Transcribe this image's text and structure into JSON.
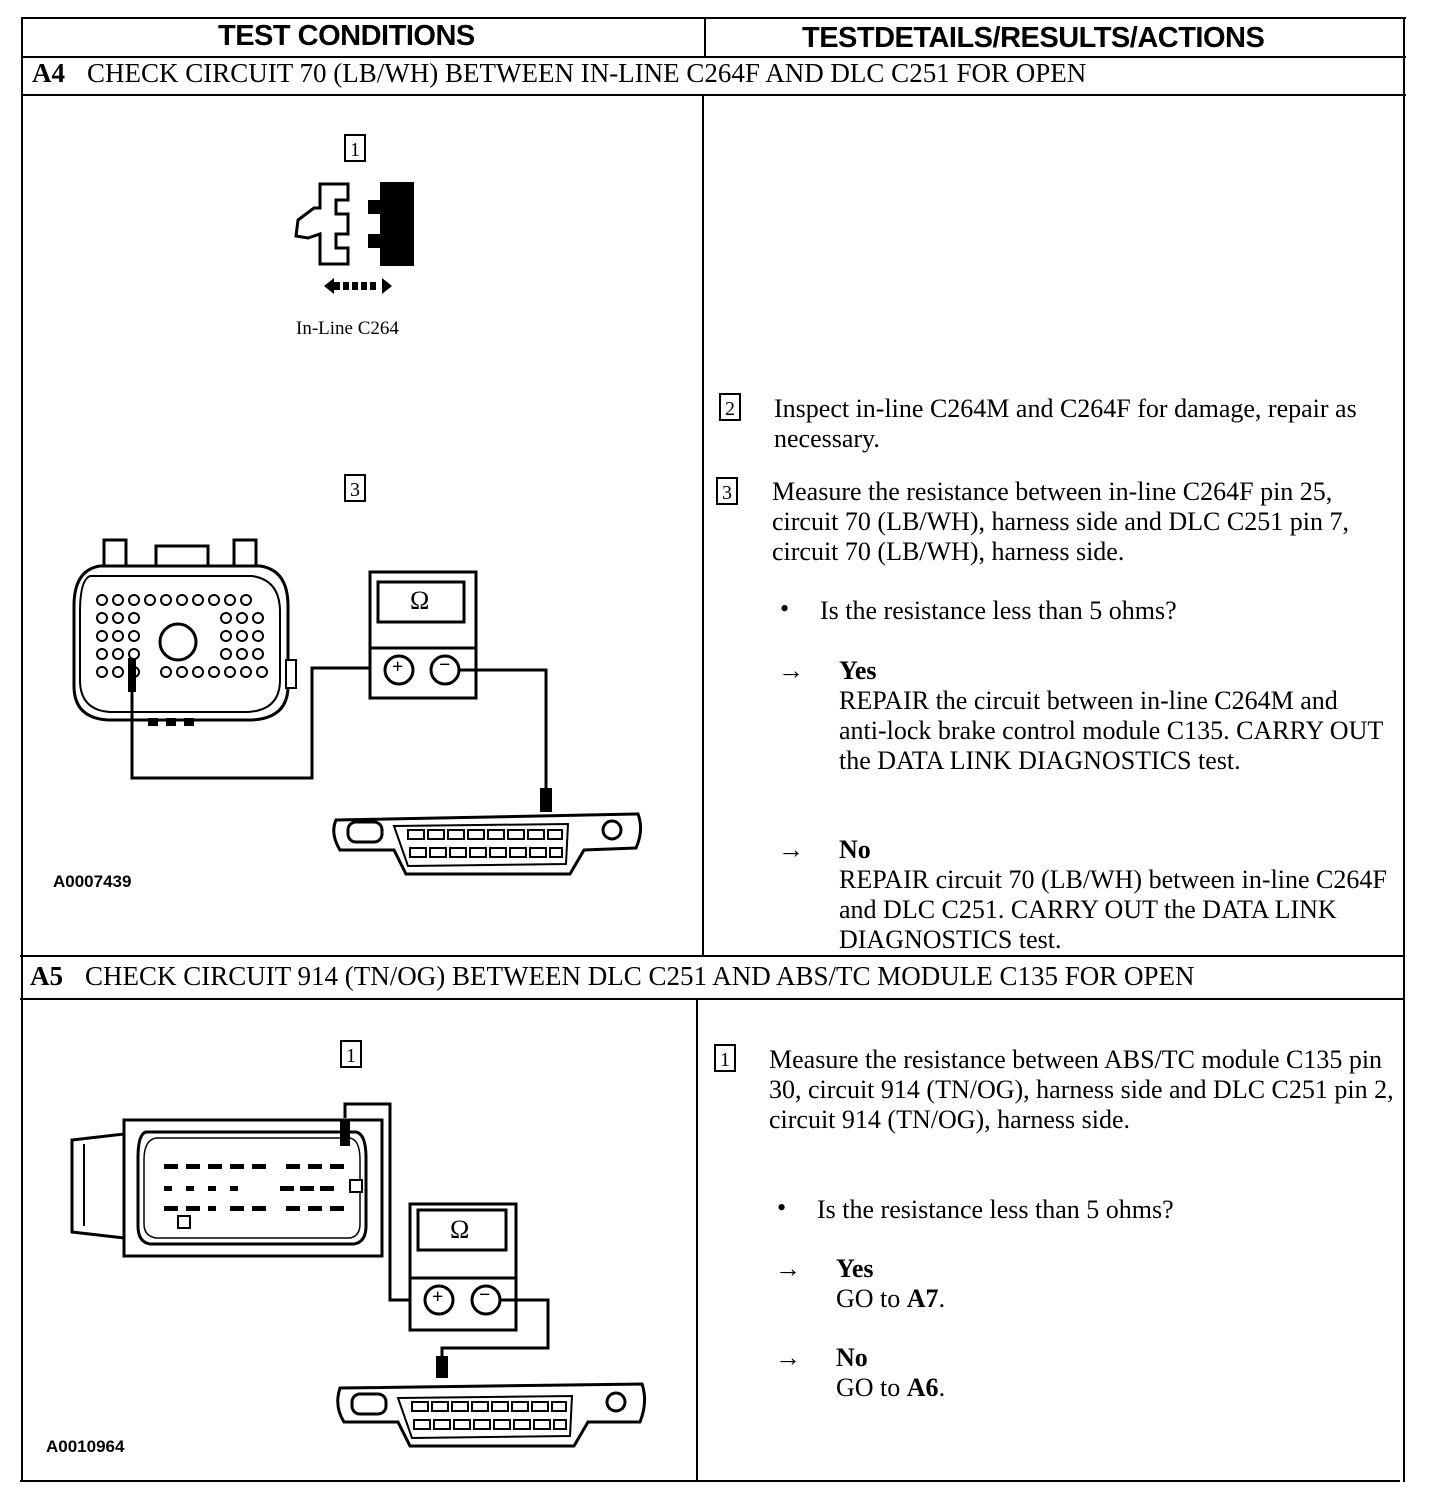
{
  "header": {
    "left": "TEST CONDITIONS",
    "right": "TESTDETAILS/RESULTS/ACTIONS"
  },
  "a4": {
    "id": "A4",
    "title": "CHECK CIRCUIT 70 (LB/WH) BETWEEN IN-LINE C264F AND DLC C251 FOR OPEN",
    "figure": {
      "step1": "1",
      "step3": "3",
      "caption": "In-Line C264",
      "ohm_symbol": "Ω",
      "plus": "+",
      "minus": "−",
      "fig_id": "A0007439"
    },
    "steps": [
      {
        "num": "2",
        "text": "Inspect in-line C264M and C264F for damage, repair as necessary."
      },
      {
        "num": "3",
        "text": "Measure the resistance between in-line C264F pin 25, circuit 70 (LB/WH), harness side and DLC C251 pin 7, circuit 70 (LB/WH), harness side."
      }
    ],
    "bullet": "•",
    "question": "Is the resistance less than 5 ohms?",
    "arrow": "→",
    "yes_label": "Yes",
    "yes_text": "REPAIR the circuit between in-line C264M and anti-lock brake control module C135. CARRY OUT the DATA LINK DIAGNOSTICS test.",
    "no_label": "No",
    "no_text": "REPAIR circuit 70 (LB/WH) between in-line C264F and DLC C251. CARRY OUT the DATA LINK DIAGNOSTICS test."
  },
  "a5": {
    "id": "A5",
    "title": "CHECK CIRCUIT 914 (TN/OG) BETWEEN DLC C251 AND ABS/TC MODULE C135 FOR OPEN",
    "figure": {
      "step1": "1",
      "ohm_symbol": "Ω",
      "plus": "+",
      "minus": "−",
      "fig_id": "A0010964"
    },
    "steps": [
      {
        "num": "1",
        "text": "Measure the resistance between ABS/TC module C135 pin 30, circuit 914 (TN/OG), harness side and DLC C251 pin 2, circuit 914 (TN/OG), harness side."
      }
    ],
    "bullet": "•",
    "question": "Is the resistance less than 5 ohms?",
    "arrow": "→",
    "yes_label": "Yes",
    "yes_prefix": "GO to ",
    "yes_ref": "A7",
    "no_label": "No",
    "no_prefix": "GO to ",
    "no_ref": "A6",
    "period": "."
  }
}
